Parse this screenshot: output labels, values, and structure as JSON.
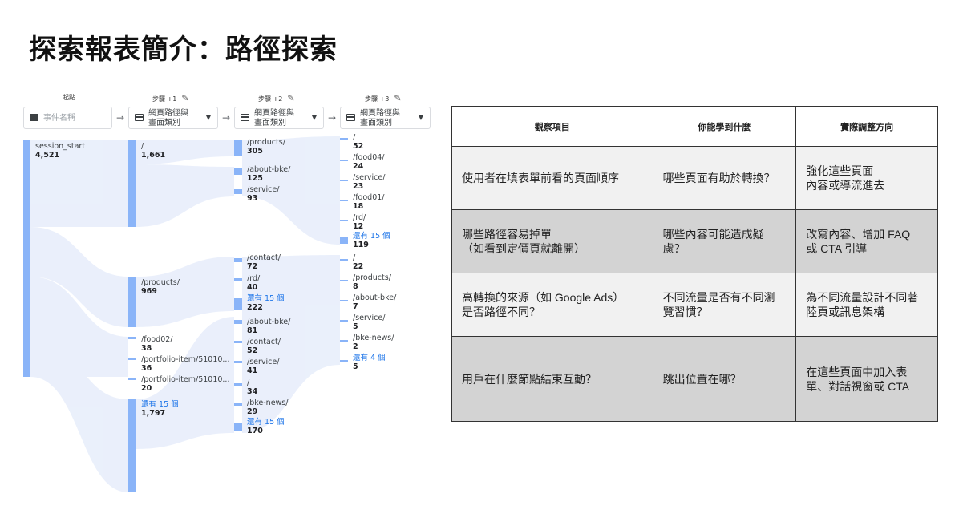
{
  "title": "探索報表簡介：路徑探索",
  "path_exploration": {
    "step_labels": [
      "起點",
      "步驟 +1",
      "步驟 +2",
      "步驟 +3"
    ],
    "start_dropdown": "事件名稱",
    "step_dropdown": "網頁路徑與\n畫面類別",
    "col0": [
      {
        "label": "session_start",
        "value": "4,521"
      }
    ],
    "col1": [
      {
        "label": "/",
        "value": "1,661"
      },
      {
        "label": "/products/",
        "value": "969"
      },
      {
        "label": "/food02/",
        "value": "38"
      },
      {
        "label": "/portfolio-item/51010...",
        "value": "36"
      },
      {
        "label": "/portfolio-item/51010...",
        "value": "20"
      },
      {
        "label": "還有 15 個",
        "value": "1,797"
      }
    ],
    "col2": [
      {
        "label": "/products/",
        "value": "305"
      },
      {
        "label": "/about-bke/",
        "value": "125"
      },
      {
        "label": "/service/",
        "value": "93"
      },
      {
        "label": "/contact/",
        "value": "72"
      },
      {
        "label": "/rd/",
        "value": "40"
      },
      {
        "label": "還有 15 個",
        "value": "222"
      },
      {
        "label": "/about-bke/",
        "value": "81"
      },
      {
        "label": "/contact/",
        "value": "52"
      },
      {
        "label": "/service/",
        "value": "41"
      },
      {
        "label": "/",
        "value": "34"
      },
      {
        "label": "/bke-news/",
        "value": "29"
      },
      {
        "label": "還有 15 個",
        "value": "170"
      }
    ],
    "col3": [
      {
        "label": "/",
        "value": "52"
      },
      {
        "label": "/food04/",
        "value": "24"
      },
      {
        "label": "/service/",
        "value": "23"
      },
      {
        "label": "/food01/",
        "value": "18"
      },
      {
        "label": "/rd/",
        "value": "12"
      },
      {
        "label": "還有 15 個",
        "value": "119"
      },
      {
        "label": "/",
        "value": "22"
      },
      {
        "label": "/products/",
        "value": "8"
      },
      {
        "label": "/about-bke/",
        "value": "7"
      },
      {
        "label": "/service/",
        "value": "5"
      },
      {
        "label": "/bke-news/",
        "value": "2"
      },
      {
        "label": "還有 4 個",
        "value": "5"
      }
    ]
  },
  "table": {
    "headers": [
      "觀察項目",
      "你能學到什麼",
      "實際調整方向"
    ],
    "rows": [
      [
        "使用者在填表單前看的頁面順序",
        "哪些頁面有助於轉換？",
        "強化這些頁面\n內容或導流進去"
      ],
      [
        "哪些路徑容易掉單\n（如看到定價頁就離開）",
        "哪些內容可能造成疑\n慮？",
        "改寫內容、增加 FAQ\n或 CTA 引導"
      ],
      [
        "高轉換的來源（如 Google Ads）\n是否路徑不同？",
        "不同流量是否有不同瀏\n覽習慣？",
        "為不同流量設計不同著\n陸頁或訊息架構"
      ],
      [
        "用戶在什麼節點結束互動？",
        "跳出位置在哪？",
        "在這些頁面中加入表\n單、對話視窗或 CTA"
      ]
    ]
  }
}
